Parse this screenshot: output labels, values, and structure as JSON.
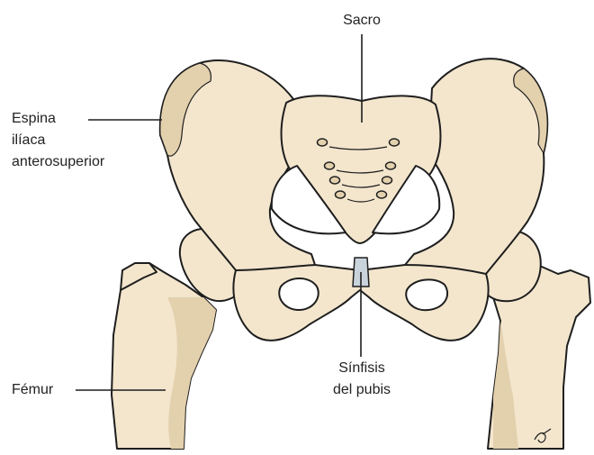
{
  "labels": {
    "sacrum": "Sacro",
    "asis_line1": "Espina",
    "asis_line2": "ilíaca",
    "asis_line3": "anterosuperior",
    "pubic_symphysis_line1": "Sínfisis",
    "pubic_symphysis_line2": "del pubis",
    "femur": "Fémur"
  },
  "colors": {
    "bone_fill": "#f3e6cd",
    "bone_shadow": "#e3d0ad",
    "outline": "#1e1e1e",
    "leader_line": "#1e1e1e",
    "cartilage": "#c9d3dc"
  }
}
